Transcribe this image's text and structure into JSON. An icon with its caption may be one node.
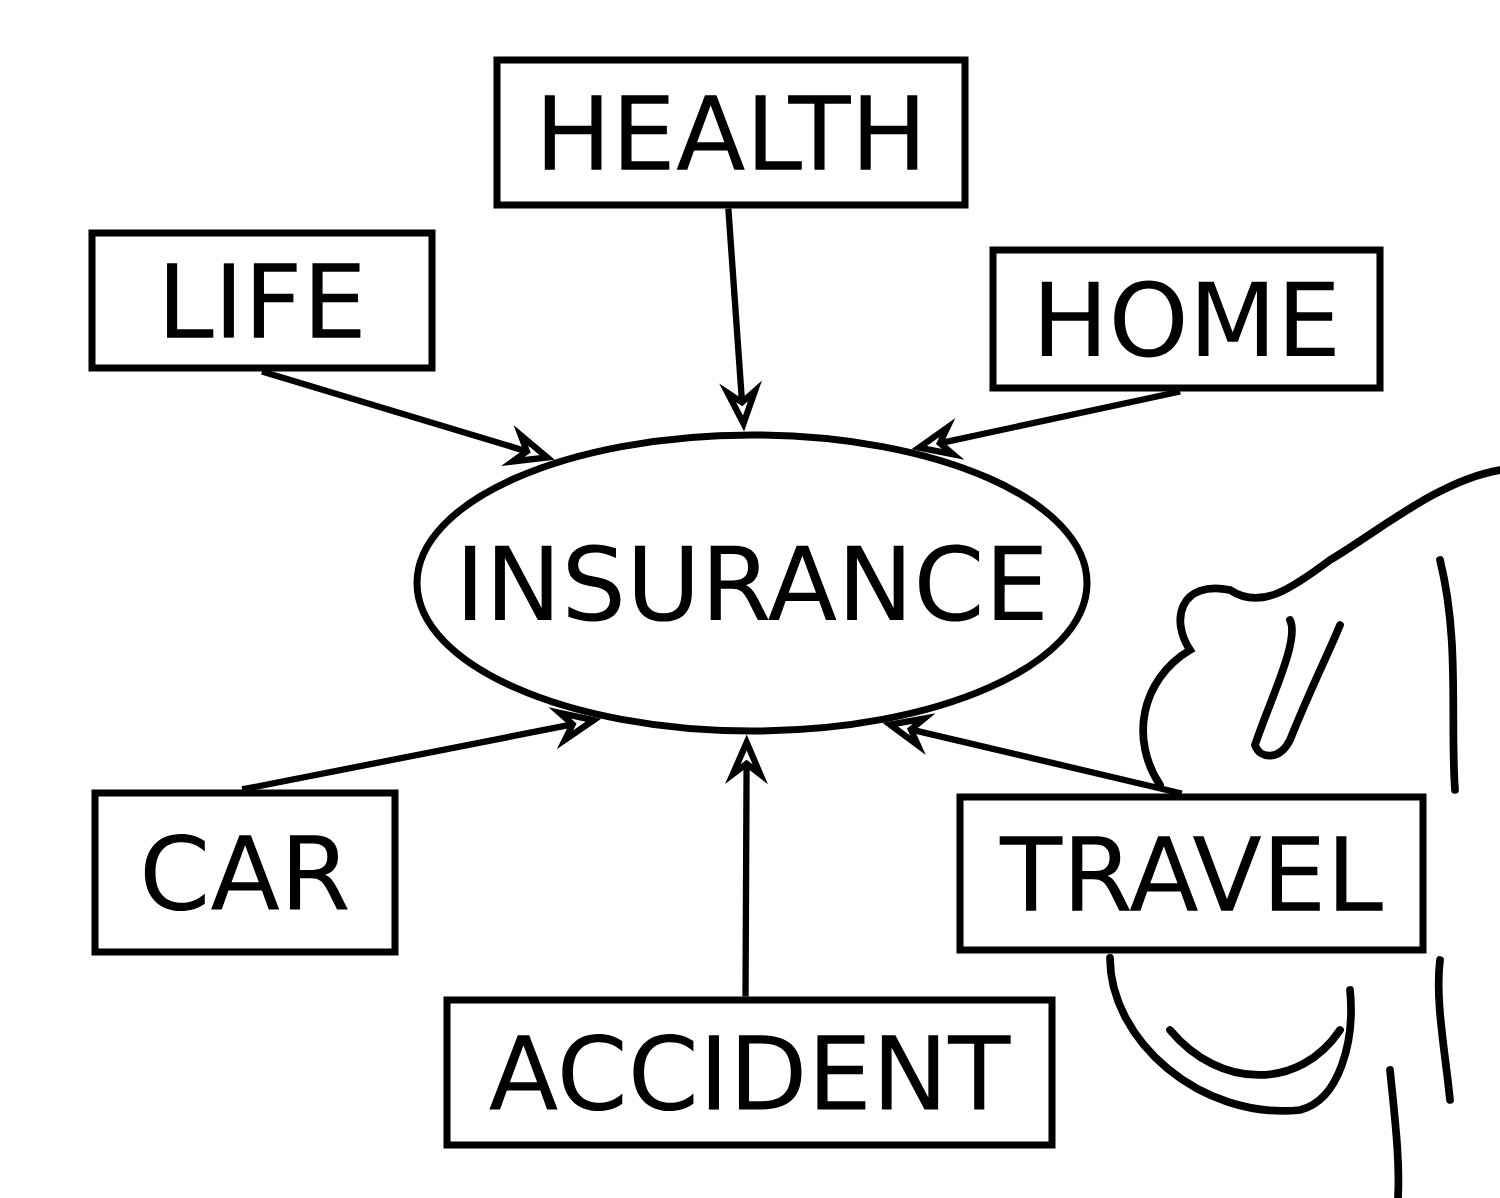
{
  "diagram": {
    "nodes": [
      {
        "text": [
          "HEALTH"
        ]
      },
      {
        "text": [
          "LIFE"
        ]
      },
      {
        "text": [
          "HOME"
        ]
      },
      {
        "text": [
          "INSURANCE"
        ]
      },
      {
        "text": [
          "CAR"
        ]
      },
      {
        "text": [
          "TRAVEL"
        ]
      },
      {
        "text": [
          "ACCIDENT"
        ]
      }
    ],
    "edges": [
      {
        "from": 0,
        "to": 3,
        "arrow": "to"
      },
      {
        "from": 1,
        "to": 3,
        "arrow": "to"
      },
      {
        "from": 2,
        "to": 3,
        "arrow": "to"
      },
      {
        "from": 4,
        "to": 3,
        "arrow": "to"
      },
      {
        "from": 6,
        "to": 3,
        "arrow": "to"
      },
      {
        "from": 5,
        "to": 3,
        "arrow": "to"
      }
    ]
  }
}
